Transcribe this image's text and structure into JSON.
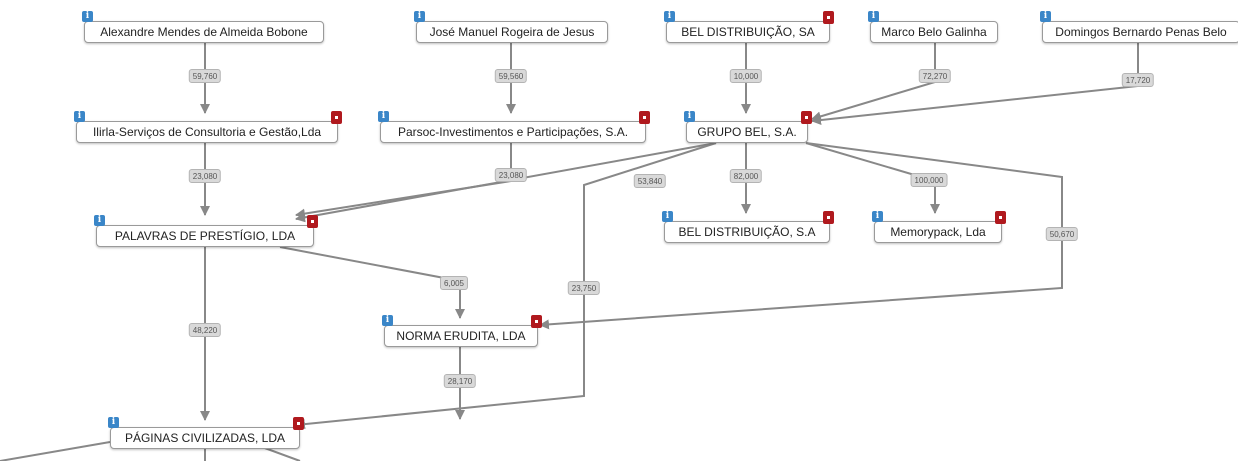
{
  "colors": {
    "info": "#3a86c8",
    "flag": "#b0191e",
    "edge": "#888888",
    "label_bg": "#d9d9d9"
  },
  "nodes": [
    {
      "id": "amab",
      "label": "Alexandre Mendes de Almeida Bobone",
      "icon": "info-icon"
    },
    {
      "id": "jmrj",
      "label": "José Manuel Rogeira de Jesus",
      "icon": "info-icon"
    },
    {
      "id": "bel_sa",
      "label": "BEL DISTRIBUIÇÃO, SA",
      "icon": "info-icon",
      "flag": "flag-icon"
    },
    {
      "id": "mbg",
      "label": "Marco Belo Galinha",
      "icon": "info-icon"
    },
    {
      "id": "dbpb",
      "label": "Domingos Bernardo Penas Belo",
      "icon": "info-icon"
    },
    {
      "id": "ilirla",
      "label": "Ilirla-Serviços de Consultoria e Gestão,Lda",
      "icon": "info-icon",
      "flag": "flag-icon"
    },
    {
      "id": "parsoc",
      "label": "Parsoc-Investimentos e Participações, S.A.",
      "icon": "info-icon",
      "flag": "flag-icon"
    },
    {
      "id": "grupo",
      "label": "GRUPO BEL, S.A.",
      "icon": "info-icon",
      "flag": "flag-icon"
    },
    {
      "id": "palavras",
      "label": "PALAVRAS DE PRESTÍGIO, LDA",
      "icon": "info-icon",
      "flag": "flag-icon"
    },
    {
      "id": "beldist",
      "label": "BEL DISTRIBUIÇÃO, S.A",
      "icon": "info-icon",
      "flag": "flag-icon"
    },
    {
      "id": "memory",
      "label": "Memorypack, Lda",
      "icon": "info-icon",
      "flag": "flag-icon"
    },
    {
      "id": "norma",
      "label": "NORMA ERUDITA, LDA",
      "icon": "info-icon",
      "flag": "flag-icon"
    },
    {
      "id": "paginas",
      "label": "PÁGINAS CIVILIZADAS, LDA",
      "icon": "info-icon",
      "flag": "flag-icon"
    }
  ],
  "edges": [
    {
      "from": "amab",
      "to": "ilirla",
      "label": "59,760"
    },
    {
      "from": "jmrj",
      "to": "parsoc",
      "label": "59,560"
    },
    {
      "from": "bel_sa",
      "to": "grupo",
      "label": "10,000"
    },
    {
      "from": "mbg",
      "to": "grupo",
      "label": "72,270"
    },
    {
      "from": "dbpb",
      "to": "grupo",
      "label": "17,720"
    },
    {
      "from": "ilirla",
      "to": "palavras",
      "label": "23,080"
    },
    {
      "from": "parsoc",
      "to": "palavras",
      "label": "23,080"
    },
    {
      "from": "grupo",
      "to": "palavras",
      "label": "53,840"
    },
    {
      "from": "grupo",
      "to": "beldist",
      "label": "82,000"
    },
    {
      "from": "grupo",
      "to": "memory",
      "label": "100,000"
    },
    {
      "from": "grupo",
      "to": "norma",
      "label": "50,670"
    },
    {
      "from": "grupo",
      "to": "paginas",
      "label": "23,750"
    },
    {
      "from": "palavras",
      "to": "norma",
      "label": "6,005"
    },
    {
      "from": "palavras",
      "to": "paginas",
      "label": "48,220"
    },
    {
      "from": "norma",
      "to": "paginas",
      "label": "28,170"
    }
  ]
}
